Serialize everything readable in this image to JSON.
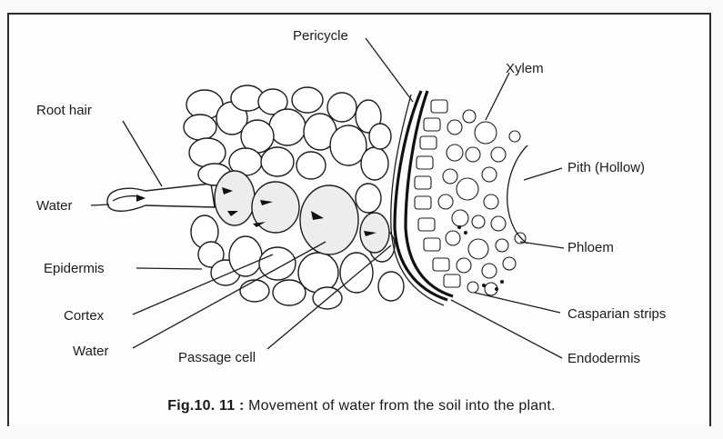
{
  "labels": {
    "root_hair": "Root  hair",
    "water_left": "Water",
    "epidermis": "Epidermis",
    "cortex": "Cortex",
    "water_bottom": "Water",
    "passage_cell": "Passage cell",
    "pericycle": "Pericycle",
    "xylem": "Xylem",
    "pith": "Pith (Hollow)",
    "phloem": "Phloem",
    "casparian": "Casparian strips",
    "endodermis": "Endodermis"
  },
  "caption": {
    "figure_number": "Fig.10. 11 :",
    "text": " Movement of water from the soil into the plant."
  }
}
